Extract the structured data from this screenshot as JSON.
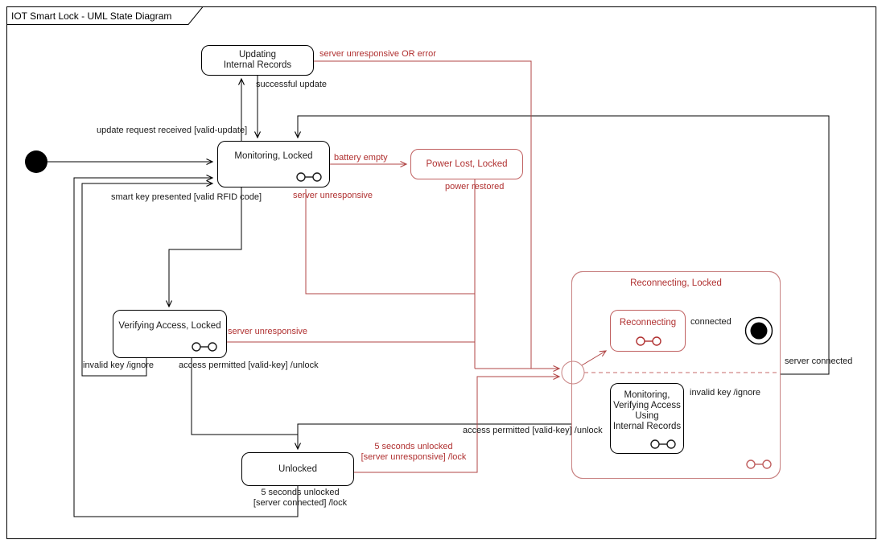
{
  "diagram": {
    "title": "IOT Smart Lock - UML State Diagram",
    "colors": {
      "black_line": "#000000",
      "red_line": "#b04545",
      "red_text": "#b03030",
      "salmon_border": "#c98383"
    },
    "states": {
      "updating_internal_records": {
        "name": "Updating\nInternal Records"
      },
      "monitoring_locked": {
        "name": "Monitoring, Locked"
      },
      "power_lost_locked": {
        "name": "Power Lost, Locked"
      },
      "verifying_access_locked": {
        "name": "Verifying Access, Locked"
      },
      "unlocked": {
        "name": "Unlocked"
      },
      "reconnecting_locked": {
        "name": "Reconnecting, Locked"
      },
      "reconnecting": {
        "name": "Reconnecting"
      },
      "monitoring_verifying_internal": {
        "name": "Monitoring,\nVerifying Access\nUsing\nInternal Records"
      }
    },
    "transitions": {
      "update_request": "update request received [valid-update]",
      "successful_update": "successful update",
      "server_unresponsive_or_error": "server unresponsive OR error",
      "battery_empty": "battery empty",
      "power_restored": "power restored",
      "server_unresponsive_monitoring": "server unresponsive",
      "smart_key_presented": "smart key presented [valid RFID code]",
      "server_unresponsive_verifying": "server unresponsive",
      "invalid_key_ignore": "invalid key /ignore",
      "access_permitted_unlock": "access permitted [valid-key] /unlock",
      "five_seconds_unresponsive": "5 seconds unlocked\n[server unresponsive] /lock",
      "five_seconds_connected": "5 seconds unlocked\n[server connected] /lock",
      "connected": "connected",
      "server_connected": "server connected",
      "invalid_key_ignore_internal": "invalid key /ignore",
      "access_permitted_unlock_internal": "access permitted [valid-key] /unlock"
    }
  }
}
